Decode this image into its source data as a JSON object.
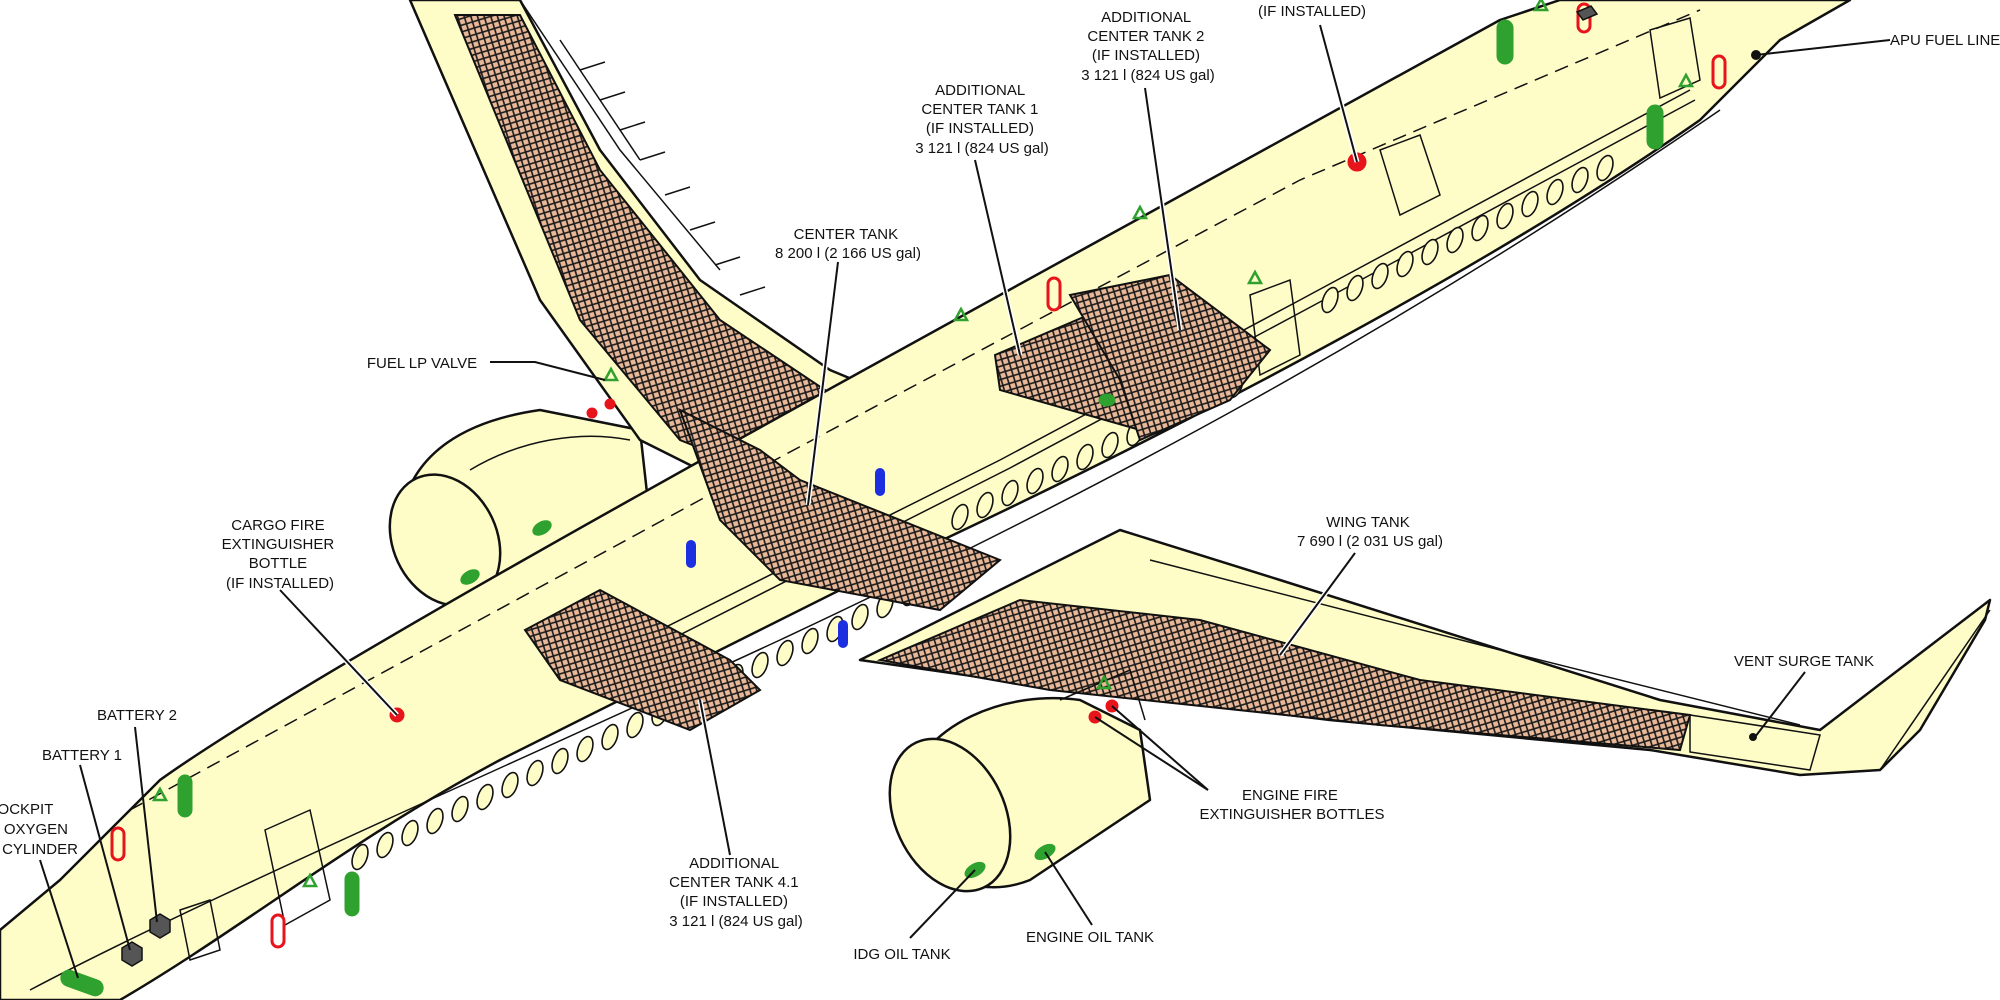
{
  "labels": {
    "if_installed_top": "(IF INSTALLED)",
    "apu_fuel_line": "APU FUEL LINE",
    "act2": [
      "ADDITIONAL",
      "CENTER TANK 2",
      "(IF INSTALLED)",
      "3 121 l (824 US gal)"
    ],
    "act1": [
      "ADDITIONAL",
      "CENTER TANK 1",
      "(IF INSTALLED)",
      "3 121 l (824 US gal)"
    ],
    "center_tank": [
      "CENTER TANK",
      "8 200 l (2 166 US gal)"
    ],
    "fuel_lp_valve": "FUEL LP VALVE",
    "cargo_fire": [
      "CARGO FIRE",
      "EXTINGUISHER",
      "BOTTLE",
      "(IF INSTALLED)"
    ],
    "wing_tank": [
      "WING TANK",
      "7 690 l (2 031 US gal)"
    ],
    "vent_surge_tank": "VENT SURGE TANK",
    "battery2": "BATTERY 2",
    "battery1": "BATTERY 1",
    "cockpit_oxygen": [
      "COCKPIT",
      "OXYGEN",
      "CYLINDER"
    ],
    "engine_fire": [
      "ENGINE FIRE",
      "EXTINGUISHER BOTTLES"
    ],
    "act41": [
      "ADDITIONAL",
      "CENTER TANK 4.1",
      "(IF INSTALLED)",
      "3 121 l (824 US gal)"
    ],
    "idg_oil_tank": "IDG OIL TANK",
    "engine_oil_tank": "ENGINE OIL TANK"
  },
  "colors": {
    "fuselage": "#fefdc8",
    "tank_fill": "#e8b898",
    "outline": "#111111",
    "red_marker": "#e8141c",
    "green_marker": "#2ea12e",
    "blue_marker": "#1b2ee0"
  }
}
